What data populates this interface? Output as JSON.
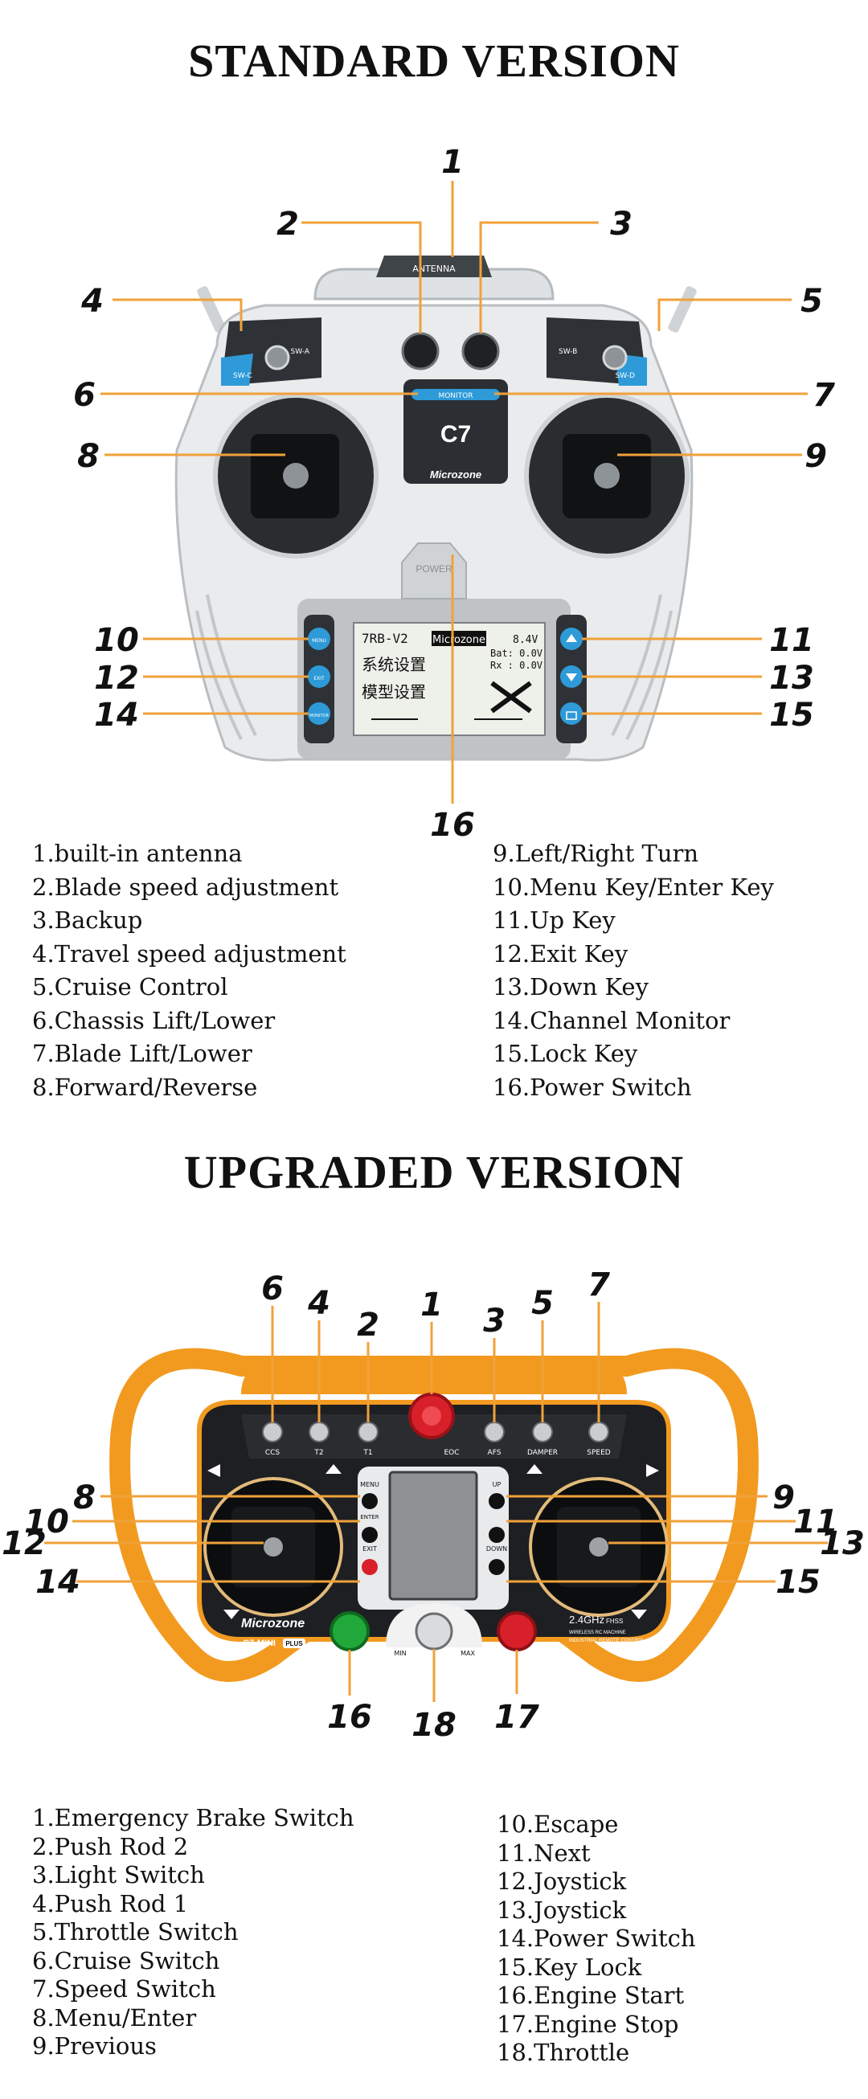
{
  "standard": {
    "title": "STANDARD VERSION",
    "device": {
      "antenna": "ANTENNA",
      "sw_a": "SW-A",
      "sw_b": "SW-B",
      "sw_c": "SW-C",
      "sw_d": "SW-D",
      "monitor": "MONITOR",
      "model": "C7",
      "brand": "Microzone",
      "power": "POWER",
      "menu": "MENU",
      "exit": "EXIT",
      "monitor_btn": "MONITOR",
      "lcd_model": "7RB-V2",
      "lcd_brand": "Microzone",
      "lcd_voltage": "8.4V",
      "lcd_bat": "Bat: 0.0V",
      "lcd_rx": "Rx : 0.0V",
      "lcd_line1": "系统设置",
      "lcd_line2": "模型设置"
    },
    "callouts": [
      "1",
      "2",
      "3",
      "4",
      "5",
      "6",
      "7",
      "8",
      "9",
      "10",
      "11",
      "12",
      "13",
      "14",
      "15",
      "16"
    ],
    "items_left": [
      "1.built-in antenna",
      "2.Blade speed adjustment",
      "3.Backup",
      "4.Travel speed adjustment",
      "5.Cruise Control",
      "6.Chassis Lift/Lower",
      "7.Blade Lift/Lower",
      "8.Forward/Reverse"
    ],
    "items_right": [
      "9.Left/Right Turn",
      "10.Menu Key/Enter Key",
      "11.Up Key",
      "12.Exit Key",
      "13.Down Key",
      "14.Channel Monitor",
      "15.Lock Key",
      "16.Power Switch"
    ]
  },
  "upgraded": {
    "title": "UPGRADED VERSION",
    "device": {
      "brand": "Microzone",
      "model": "C7-MINI",
      "model_badge": "PLUS",
      "freq": "2.4GHz",
      "freq_badge": "FHSS",
      "tagline1": "WIRELESS RC MACHINE",
      "tagline2": "INDUSTRIAL REMOTE CONTROL",
      "ccs": "CCS",
      "t2": "T2",
      "t1": "T1",
      "eoc": "EOC",
      "afs": "AFS",
      "damper": "DAMPER",
      "speed": "SPEED",
      "menu": "MENU",
      "enter": "ENTER",
      "exit": "EXIT",
      "up": "UP",
      "down": "DOWN",
      "min": "MIN",
      "max": "MAX"
    },
    "callouts": [
      "1",
      "2",
      "3",
      "4",
      "5",
      "6",
      "7",
      "8",
      "9",
      "10",
      "11",
      "12",
      "13",
      "14",
      "15",
      "16",
      "17",
      "18"
    ],
    "items_left": [
      "1.Emergency Brake Switch",
      "2.Push Rod 2",
      "3.Light Switch",
      "4.Push Rod 1",
      "5.Throttle Switch",
      "6.Cruise Switch",
      "7.Speed Switch",
      "8.Menu/Enter",
      "9.Previous"
    ],
    "items_right": [
      "10.Escape",
      "11.Next",
      "12.Joystick",
      "13.Joystick",
      "14.Power Switch",
      "15.Key Lock",
      "16.Engine Start",
      "17.Engine Stop",
      "18.Throttle"
    ]
  }
}
